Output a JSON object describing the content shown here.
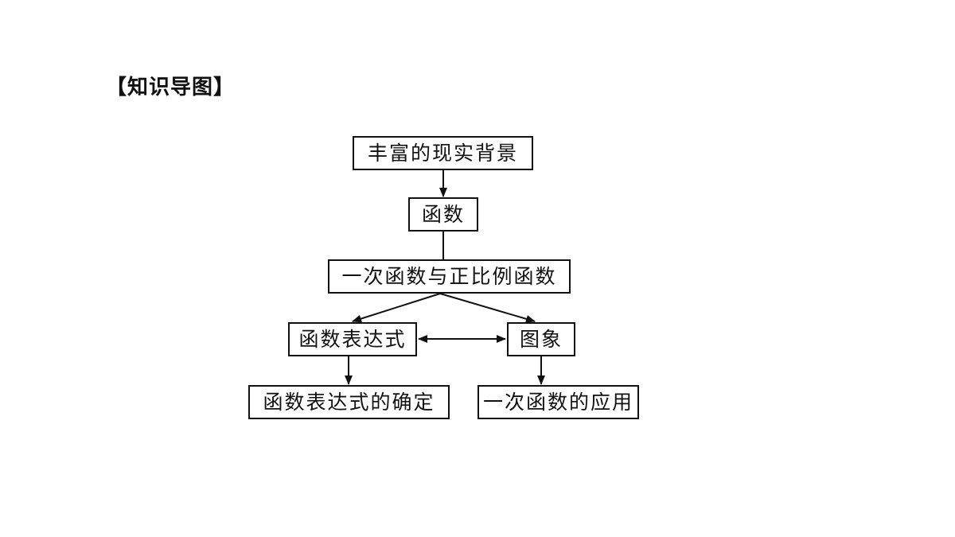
{
  "heading": "【知识导图】",
  "nodes": {
    "background": "丰富的现实背景",
    "function": "函数",
    "linear": "一次函数与正比例函数",
    "expression": "函数表达式",
    "image": "图象",
    "determine": "函数表达式的确定",
    "application": "一次函数的应用"
  },
  "edges": [
    {
      "from": "background",
      "to": "function",
      "direction": "forward"
    },
    {
      "from": "function",
      "to": "linear",
      "direction": "none"
    },
    {
      "from": "linear",
      "to": "expression",
      "direction": "forward"
    },
    {
      "from": "linear",
      "to": "image",
      "direction": "forward"
    },
    {
      "from": "expression",
      "to": "image",
      "direction": "both"
    },
    {
      "from": "expression",
      "to": "determine",
      "direction": "forward"
    },
    {
      "from": "image",
      "to": "application",
      "direction": "forward"
    }
  ]
}
